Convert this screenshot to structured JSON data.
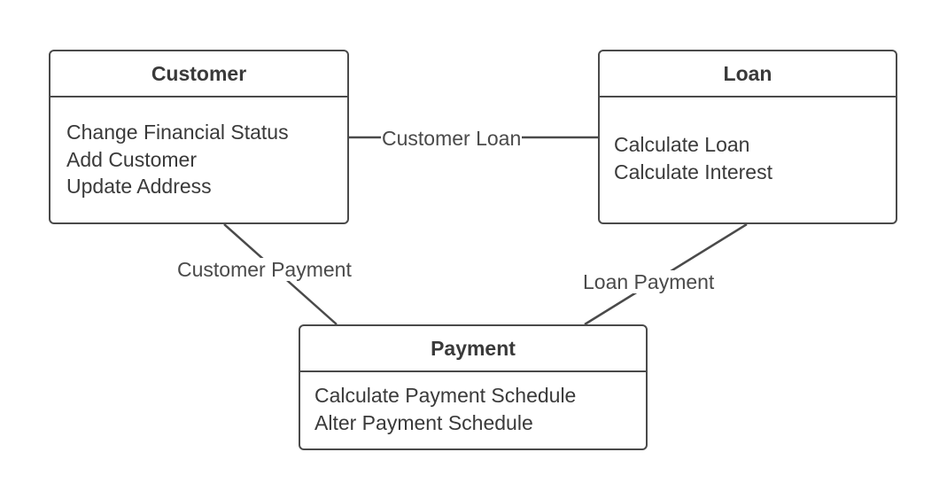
{
  "diagram": {
    "classes": {
      "customer": {
        "name": "Customer",
        "operations": [
          "Change Financial Status",
          "Add Customer",
          "Update Address"
        ]
      },
      "loan": {
        "name": "Loan",
        "operations": [
          "Calculate Loan",
          "Calculate Interest"
        ]
      },
      "payment": {
        "name": "Payment",
        "operations": [
          "Calculate Payment Schedule",
          "Alter Payment Schedule"
        ]
      }
    },
    "associations": {
      "customer_loan": "Customer Loan",
      "customer_payment": "Customer Payment",
      "loan_payment": "Loan Payment"
    },
    "colors": {
      "line": "#4a4a4a",
      "text": "#3a3a3a",
      "background": "#ffffff"
    }
  }
}
